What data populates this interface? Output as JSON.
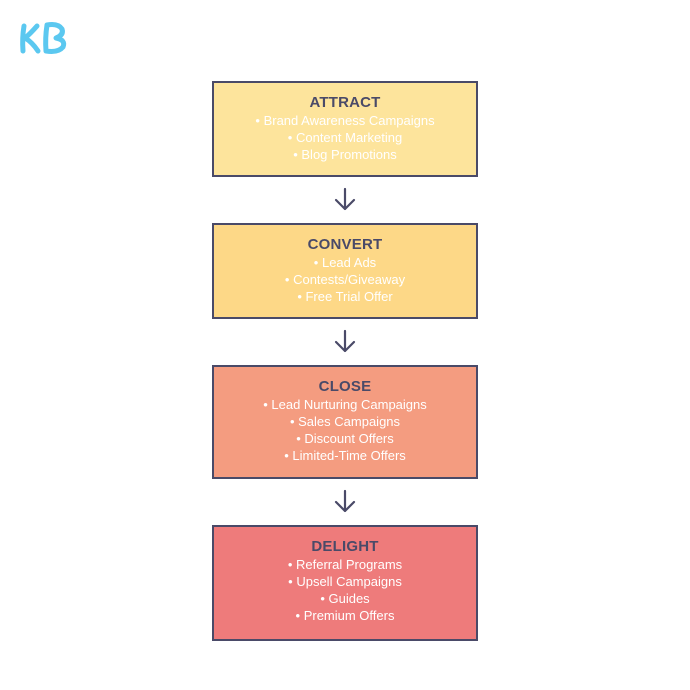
{
  "logo": {
    "text": "KB",
    "color": "#5bc8f0"
  },
  "stages": [
    {
      "title": "ATTRACT",
      "items": [
        "Brand Awareness Campaigns",
        "Content Marketing",
        "Blog Promotions"
      ],
      "color": "#fde49c"
    },
    {
      "title": "CONVERT",
      "items": [
        "Lead Ads",
        "Contests/Giveaway",
        "Free Trial Offer"
      ],
      "color": "#fdd887"
    },
    {
      "title": "CLOSE",
      "items": [
        "Lead Nurturing Campaigns",
        "Sales Campaigns",
        "Discount Offers",
        "Limited-Time Offers"
      ],
      "color": "#f49c80"
    },
    {
      "title": "DELIGHT",
      "items": [
        "Referral Programs",
        "Upsell Campaigns",
        "Guides",
        "Premium Offers"
      ],
      "color": "#ee7b7b"
    }
  ],
  "border_color": "#4a4a68",
  "arrow_icon": "arrow-down-icon"
}
